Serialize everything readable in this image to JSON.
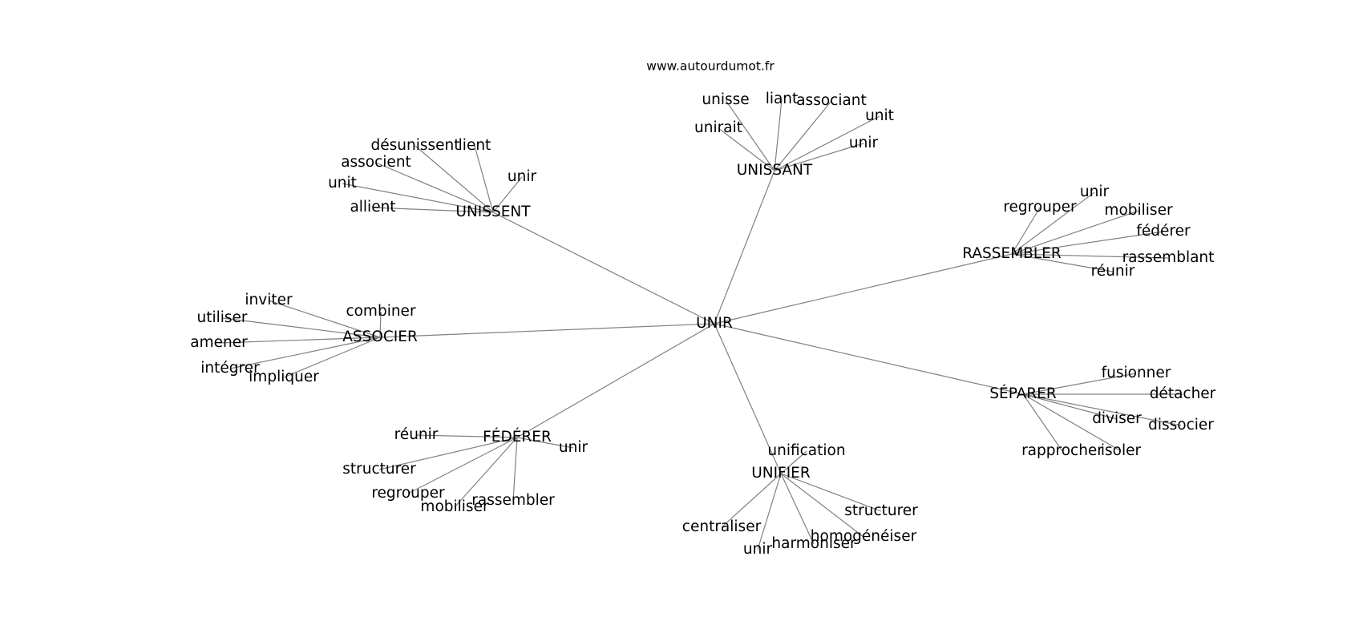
{
  "source_text": "www.autourdumot.fr",
  "graph": {
    "center": "UNIR",
    "hubs": [
      {
        "label": "UNISSANT",
        "leaves": [
          "unisse",
          "liant",
          "associant",
          "unirait",
          "unit",
          "unir"
        ]
      },
      {
        "label": "UNISSENT",
        "leaves": [
          "désunissent",
          "lient",
          "associent",
          "unir",
          "unit",
          "allient"
        ]
      },
      {
        "label": "RASSEMBLER",
        "leaves": [
          "unir",
          "regrouper",
          "mobiliser",
          "fédérer",
          "rassemblant",
          "réunir"
        ]
      },
      {
        "label": "ASSOCIER",
        "leaves": [
          "inviter",
          "combiner",
          "utiliser",
          "amener",
          "intégrer",
          "impliquer"
        ]
      },
      {
        "label": "SÉPARER",
        "leaves": [
          "fusionner",
          "détacher",
          "diviser",
          "dissocier",
          "rapprocher",
          "isoler"
        ]
      },
      {
        "label": "FÉDÉRER",
        "leaves": [
          "réunir",
          "unir",
          "structurer",
          "regrouper",
          "mobiliser",
          "rassembler"
        ]
      },
      {
        "label": "UNIFIER",
        "leaves": [
          "unification",
          "structurer",
          "centraliser",
          "homogénéiser",
          "unir",
          "harmoniser"
        ]
      }
    ]
  }
}
